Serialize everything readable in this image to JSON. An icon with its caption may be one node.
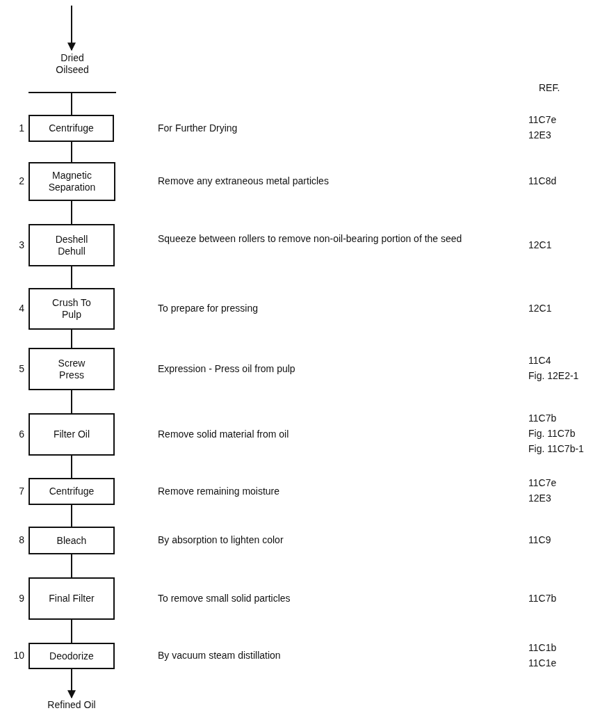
{
  "diagram": {
    "nodes": [
      {
        "text": [
          "Dried Oilseed"
        ]
      },
      {
        "text": [
          "Centrifuge"
        ],
        "beside": [
          "1"
        ]
      },
      {
        "text": [
          "Magnetic Separation"
        ],
        "beside": [
          "2"
        ]
      },
      {
        "text": [
          "Deshell Dehull"
        ],
        "beside": [
          "3"
        ]
      },
      {
        "text": [
          "Crush To Pulp"
        ],
        "beside": [
          "4"
        ]
      },
      {
        "text": [
          "Screw Press"
        ],
        "beside": [
          "5"
        ]
      },
      {
        "text": [
          "Filter Oil"
        ],
        "beside": [
          "6"
        ]
      },
      {
        "text": [
          "Centrifuge"
        ],
        "beside": [
          "7"
        ]
      },
      {
        "text": [
          "Bleach"
        ],
        "beside": [
          "8"
        ]
      },
      {
        "text": [
          "Final Filter"
        ],
        "beside": [
          "9"
        ]
      },
      {
        "text": [
          "Deodorize"
        ],
        "beside": [
          "10"
        ]
      },
      {
        "text": [
          "Refined Oil"
        ]
      }
    ],
    "edges": [
      {
        "from": null,
        "to": 0,
        "arrow": "to"
      },
      {
        "from": 0,
        "to": 1,
        "arrow": "none"
      },
      {
        "from": 1,
        "to": 2,
        "arrow": "none"
      },
      {
        "from": 2,
        "to": 3,
        "arrow": "none"
      },
      {
        "from": 3,
        "to": 4,
        "arrow": "none"
      },
      {
        "from": 4,
        "to": 5,
        "arrow": "none"
      },
      {
        "from": 5,
        "to": 6,
        "arrow": "none"
      },
      {
        "from": 6,
        "to": 7,
        "arrow": "none"
      },
      {
        "from": 7,
        "to": 8,
        "arrow": "none"
      },
      {
        "from": 8,
        "to": 9,
        "arrow": "none"
      },
      {
        "from": 9,
        "to": 10,
        "arrow": "none"
      },
      {
        "from": 10,
        "to": 11,
        "arrow": "to"
      }
    ],
    "labels": [
      "REF.",
      "For Further Drying",
      "11C7e",
      "12E3",
      "Remove any extraneous metal particles",
      "11C8d",
      "Squeeze between rollers to remove non-oil-bearing portion of the seed",
      "12C1",
      "To prepare for pressing",
      "12C1",
      "Expression - Press oil from pulp",
      "11C4",
      "Fig. 12E2-1",
      "Remove solid material from oil",
      "11C7b",
      "Fig. 11C7b",
      "Fig. 11C7b-1",
      "Remove remaining moisture",
      "11C7e",
      "12E3",
      "By absorption to lighten color",
      "11C9",
      "To remove small solid particles",
      "11C7b",
      "By vacuum steam distillation",
      "11C1b",
      "11C1e"
    ]
  }
}
